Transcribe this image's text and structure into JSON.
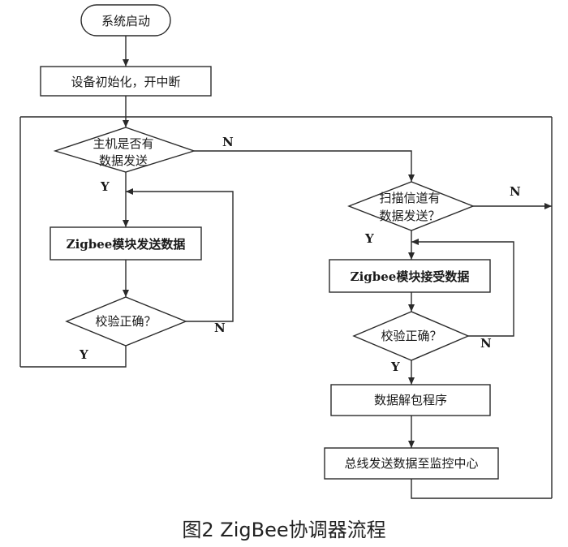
{
  "nodes": {
    "start": "系统启动",
    "init": "设备初始化，开中断",
    "host_check_l1": "主机是否有",
    "host_check_l2": "数据发送",
    "zig_send": "Zigbee模块发送数据",
    "verify_left": "校验正确？",
    "scan_l1": "扫描信道有",
    "scan_l2": "数据发送？",
    "zig_recv": "Zigbee模块接受数据",
    "verify_right": "校验正确？",
    "unpack": "数据解包程序",
    "bus_send": "总线发送数据至监控中心"
  },
  "labels": {
    "host_no": "N",
    "host_yes": "Y",
    "verify_left_no": "N",
    "verify_left_yes": "Y",
    "scan_no": "N",
    "scan_yes": "Y",
    "verify_right_no": "N",
    "verify_right_yes": "Y"
  },
  "caption": "图2  ZigBee协调器流程"
}
